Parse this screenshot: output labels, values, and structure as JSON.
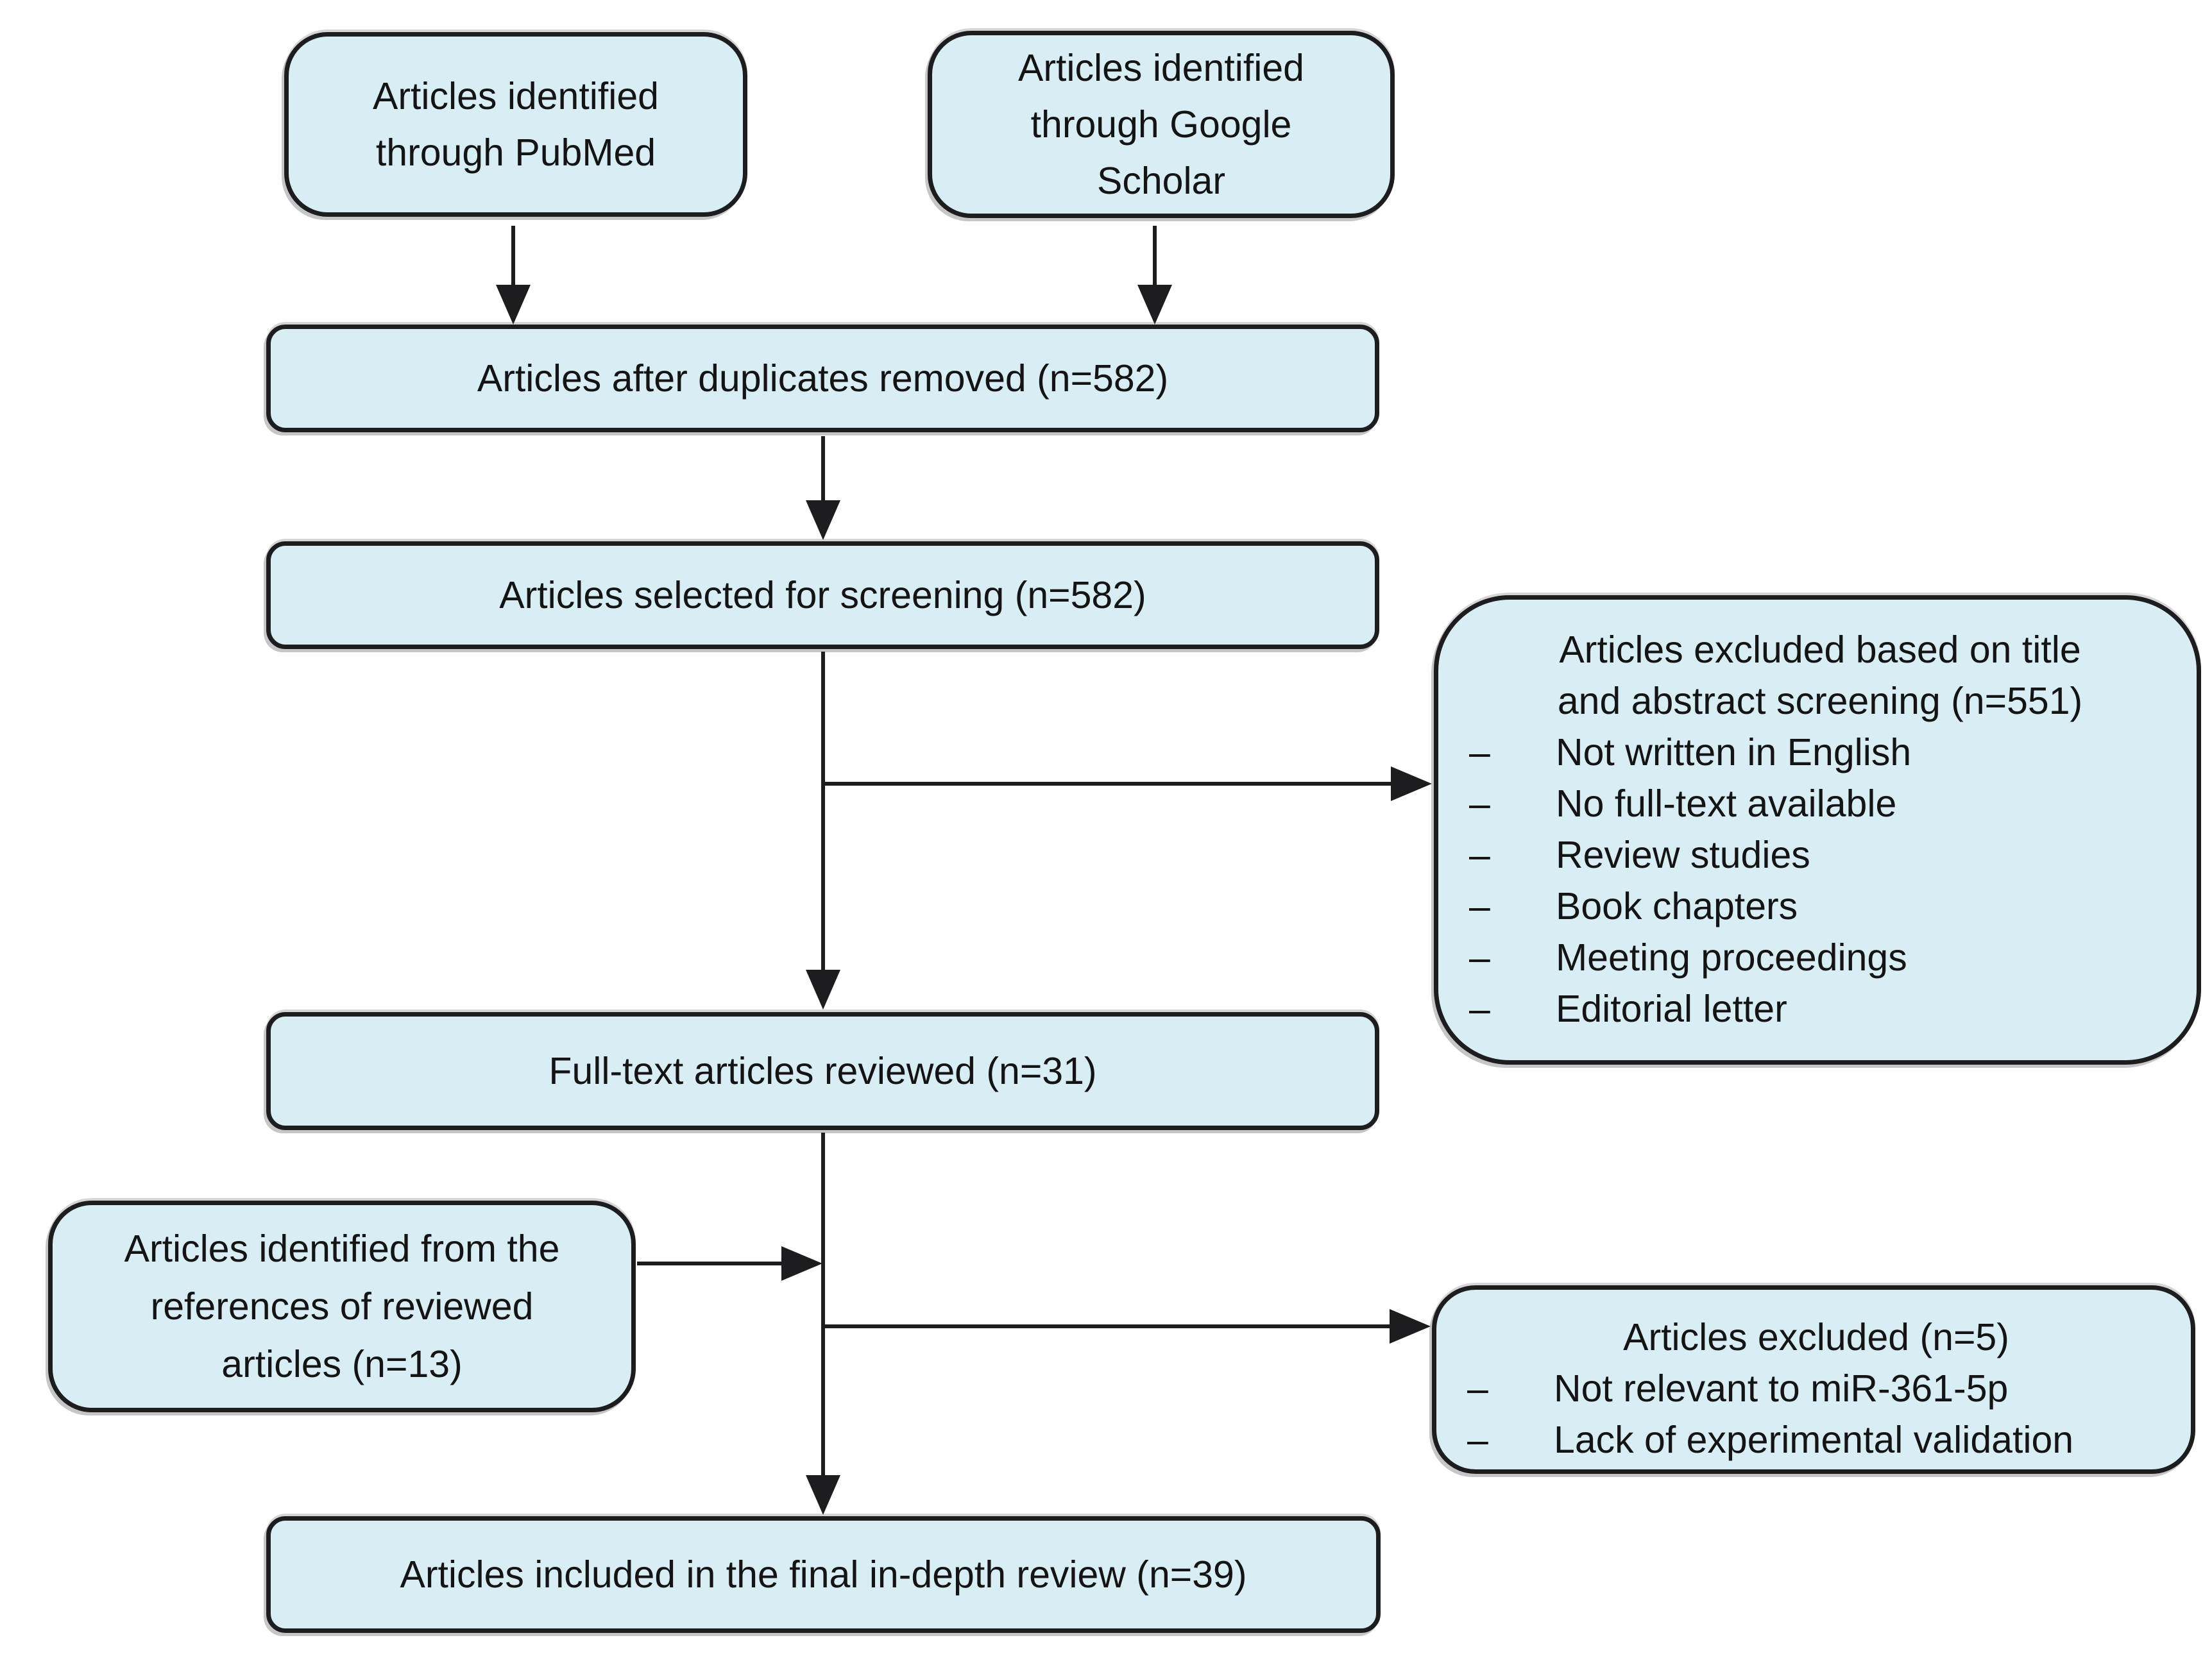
{
  "figure": {
    "type": "literature-review-flow-diagram",
    "colors": {
      "background": "#ffffff",
      "box_fill": "#d9edf4",
      "box_border": "#1d1d1f",
      "arrow": "#1d1d1f",
      "text": "#141414"
    },
    "bullet": "–",
    "boxes": {
      "pubmed": {
        "lines": [
          "Articles identified",
          "through PubMed"
        ]
      },
      "google_scholar": {
        "lines": [
          "Articles identified",
          "through Google",
          "Scholar"
        ]
      },
      "duplicates_removed": {
        "text": "Articles after duplicates removed (n=582)"
      },
      "selected_screening": {
        "text": "Articles selected for screening (n=582)"
      },
      "excluded_screening": {
        "title_lines": [
          "Articles excluded based on title",
          "and abstract screening (n=551)"
        ],
        "items": [
          "Not written in English",
          "No full-text available",
          "Review studies",
          "Book chapters",
          "Meeting proceedings",
          "Editorial letter"
        ]
      },
      "fulltext_reviewed": {
        "text": "Full-text articles reviewed (n=31)"
      },
      "references_identified": {
        "lines": [
          "Articles identified from the",
          "references of reviewed",
          "articles (n=13)"
        ]
      },
      "excluded_fulltext": {
        "title": "Articles excluded (n=5)",
        "items": [
          "Not relevant to miR-361-5p",
          "Lack of experimental validation"
        ]
      },
      "final_included": {
        "text": "Articles included in the final in-depth review (n=39)"
      }
    }
  }
}
